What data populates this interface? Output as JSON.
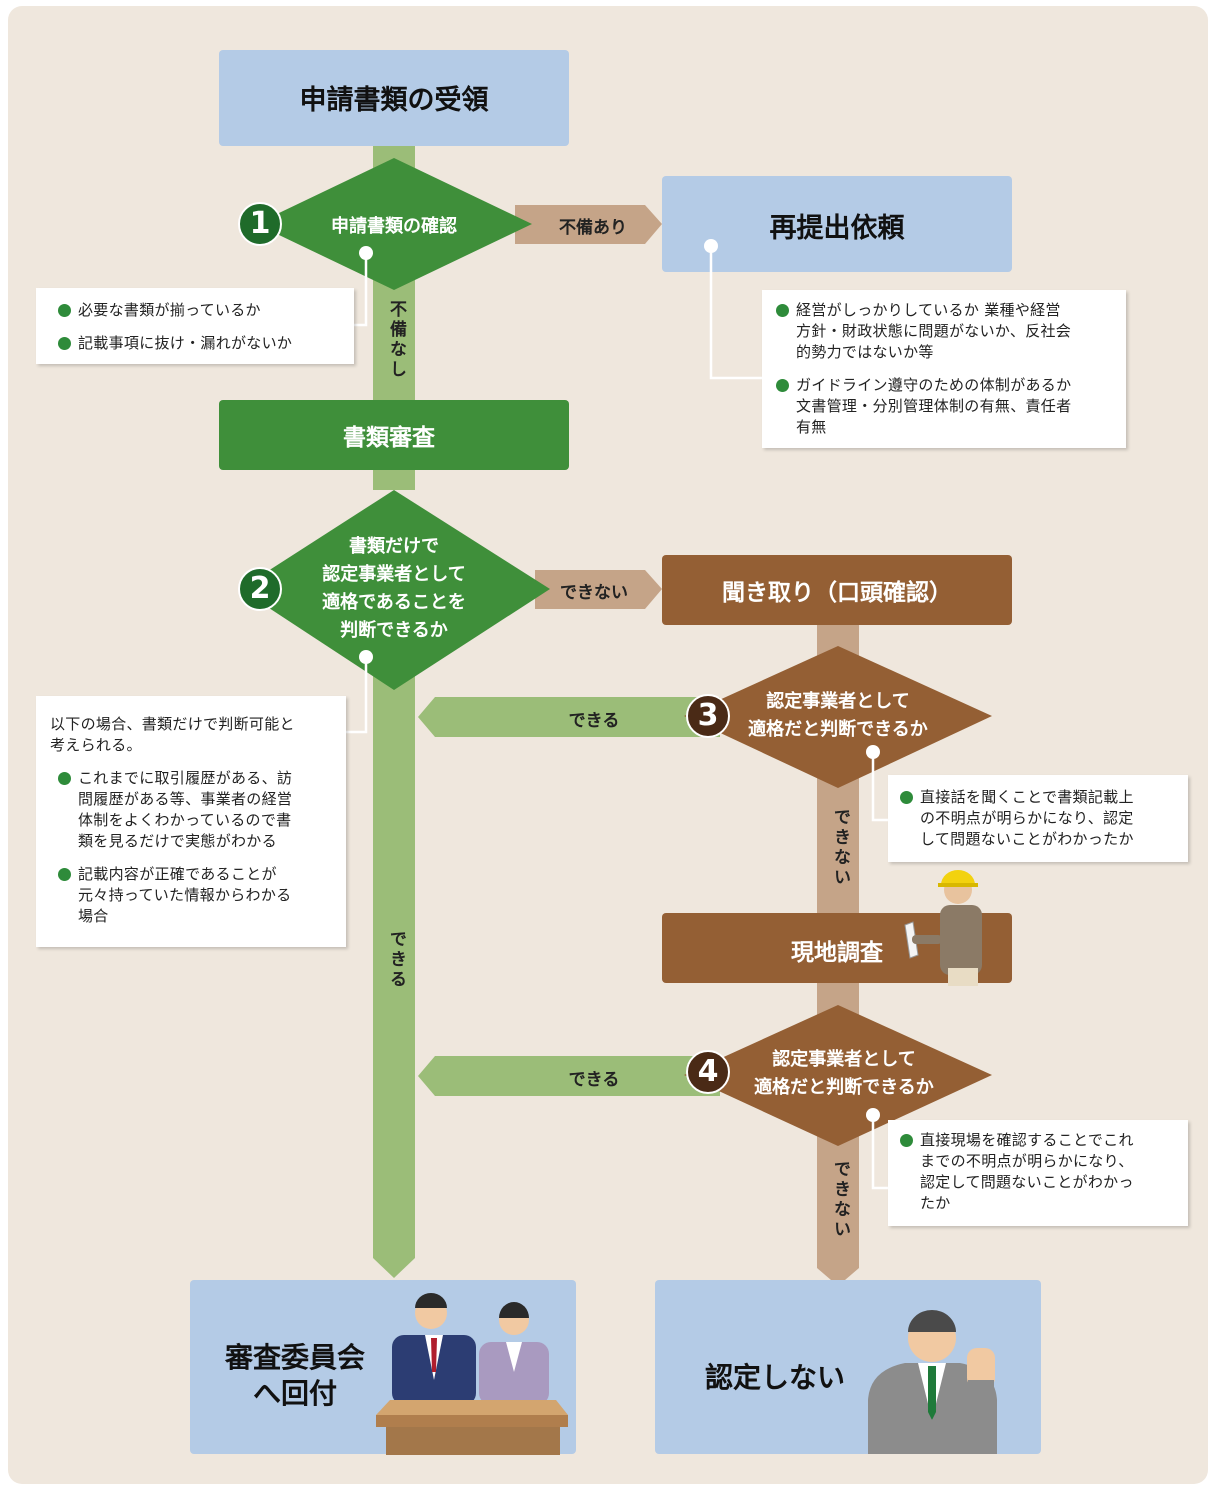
{
  "start_box": "申請書類の受領",
  "step1": {
    "number": "1",
    "question": "申請書類の確認",
    "no_label": "不備あり",
    "yes_label": "不備なし"
  },
  "resubmit_box": "再提出依頼",
  "step1_note": {
    "items": [
      "必要な書類が揃っているか",
      "記載事項に抜け・漏れがないか"
    ]
  },
  "resubmit_note": {
    "items": [
      "経営がしっかりしているか 業種や経営\n方針・財政状態に問題がないか、反社会\n的勢力ではないか等",
      "ガイドライン遵守のための体制があるか\n文書管理・分別管理体制の有無、責任者\n有無"
    ]
  },
  "document_review_box": "書類審査",
  "step2": {
    "number": "2",
    "question": [
      "書類だけで",
      "認定事業者として",
      "適格であることを",
      "判断できるか"
    ],
    "no_label": "できない",
    "yes_label": "できる"
  },
  "step2_note": {
    "intro": "以下の場合、書類だけで判断可能と\n考えられる。",
    "items": [
      "これまでに取引履歴がある、訪\n問履歴がある等、事業者の経営\n体制をよくわかっているので書\n類を見るだけで実態がわかる",
      "記載内容が正確であることが\n元々持っていた情報からわかる\n場合"
    ]
  },
  "interview_box": "聞き取り（口頭確認）",
  "step3": {
    "number": "3",
    "question": [
      "認定事業者として",
      "適格だと判断できるか"
    ],
    "yes_label": "できる",
    "no_label": "できない"
  },
  "step3_note": {
    "items": [
      "直接話を聞くことで書類記載上\nの不明点が明らかになり、認定\nして問題ないことがわかったか"
    ]
  },
  "site_survey_box": "現地調査",
  "step4": {
    "number": "4",
    "question": [
      "認定事業者として",
      "適格だと判断できるか"
    ],
    "yes_label": "できる",
    "no_label": "できない"
  },
  "step4_note": {
    "items": [
      "直接現場を確認することでこれ\nまでの不明点が明らかになり、\n認定して問題ないことがわかっ\nたか"
    ]
  },
  "committee_box": [
    "審査委員会",
    "へ回付"
  ],
  "reject_box": "認定しない",
  "colors": {
    "green": "#3f8f3a",
    "dark_green": "#1f6b2a",
    "light_green": "#9bbd78",
    "blue": "#b4cbe6",
    "brown": "#945f34",
    "light_brown": "#c5a488",
    "dark_brown": "#4a2a16",
    "background": "#efe7dd"
  }
}
